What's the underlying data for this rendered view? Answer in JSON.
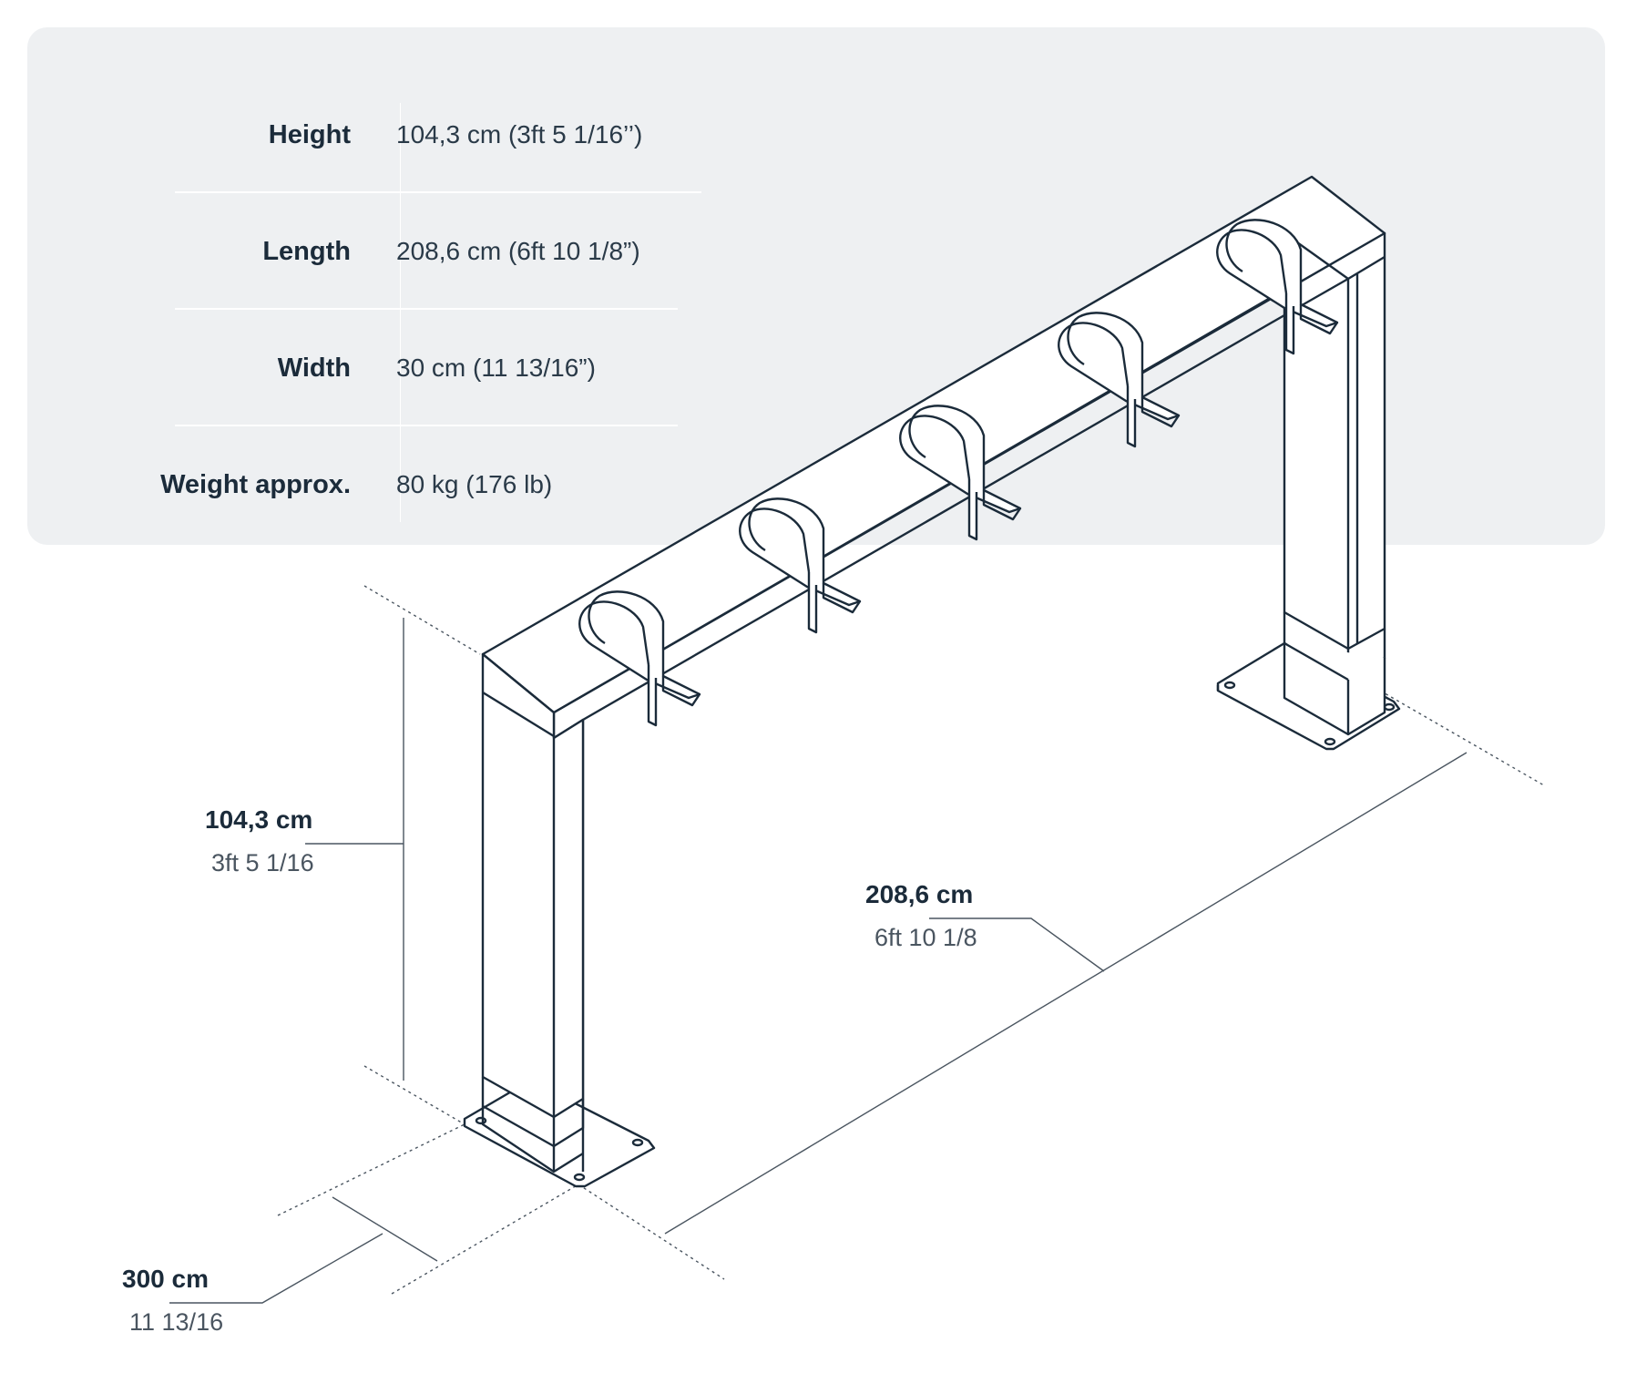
{
  "specs": [
    {
      "label": "Height",
      "value": "104,3 cm (3ft 5 1/16’’)"
    },
    {
      "label": "Length",
      "value": "208,6 cm (6ft 10 1/8”)"
    },
    {
      "label": "Width",
      "value": "30 cm (11 13/16”)"
    },
    {
      "label": "Weight approx.",
      "value": "80 kg (176 lb)"
    }
  ],
  "dimensions": {
    "height": {
      "metric": "104,3 cm",
      "imperial": "3ft 5 1/16"
    },
    "length": {
      "metric": "208,6 cm",
      "imperial": "6ft 10 1/8"
    },
    "width": {
      "metric": "300 cm",
      "imperial": "11 13/16"
    }
  },
  "colors": {
    "panel_background": "#eef0f2",
    "line": "#1b2b3a",
    "text_dark": "#1b2b3a",
    "text_muted": "#4a5560"
  }
}
